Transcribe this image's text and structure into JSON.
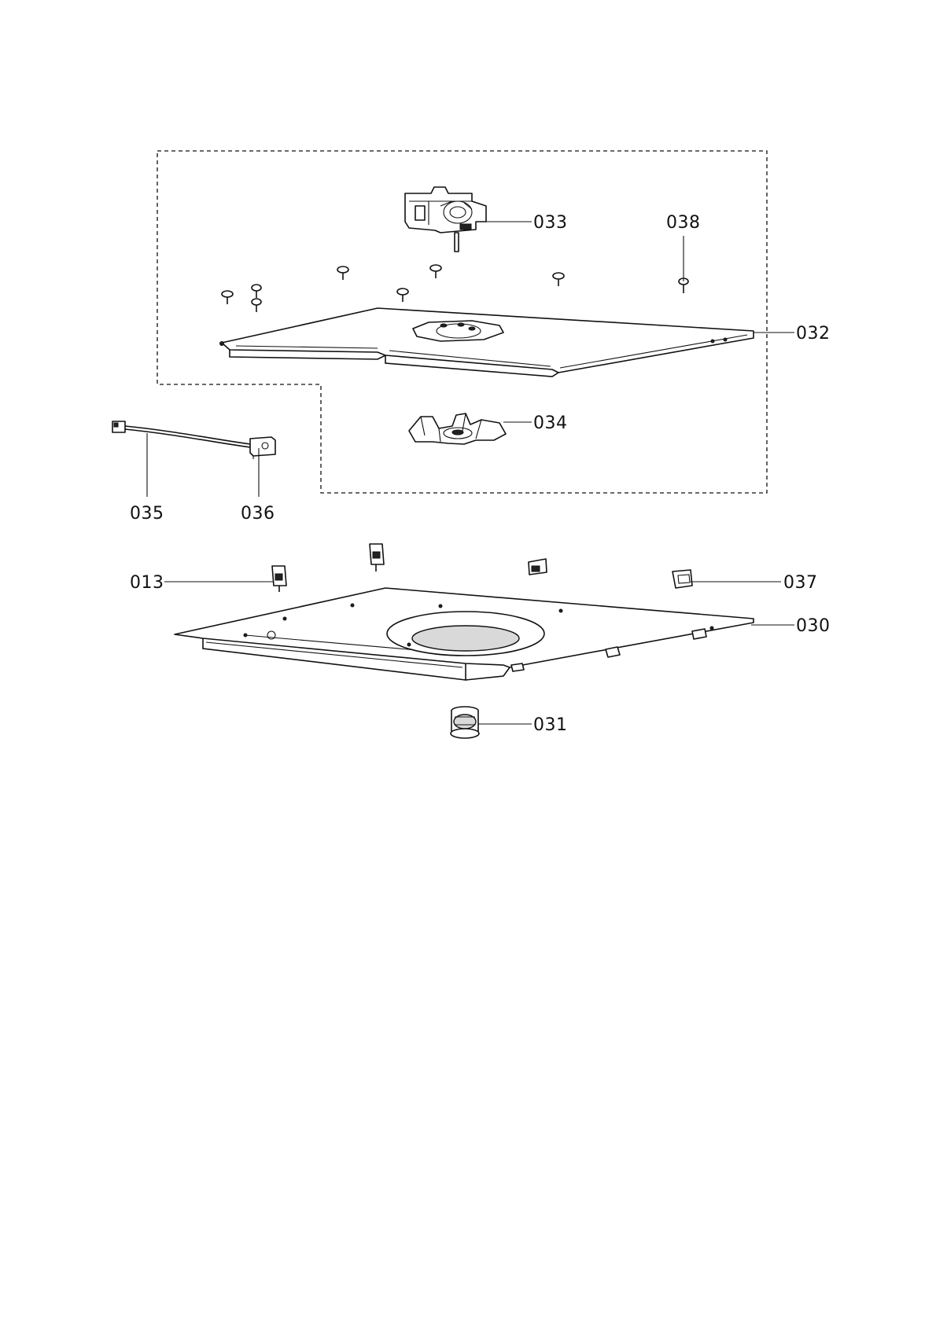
{
  "diagram": {
    "labels": {
      "p013": "013",
      "p030": "030",
      "p031": "031",
      "p032": "032",
      "p033": "033",
      "p034": "034",
      "p035": "035",
      "p036": "036",
      "p037": "037",
      "p038": "038"
    }
  }
}
